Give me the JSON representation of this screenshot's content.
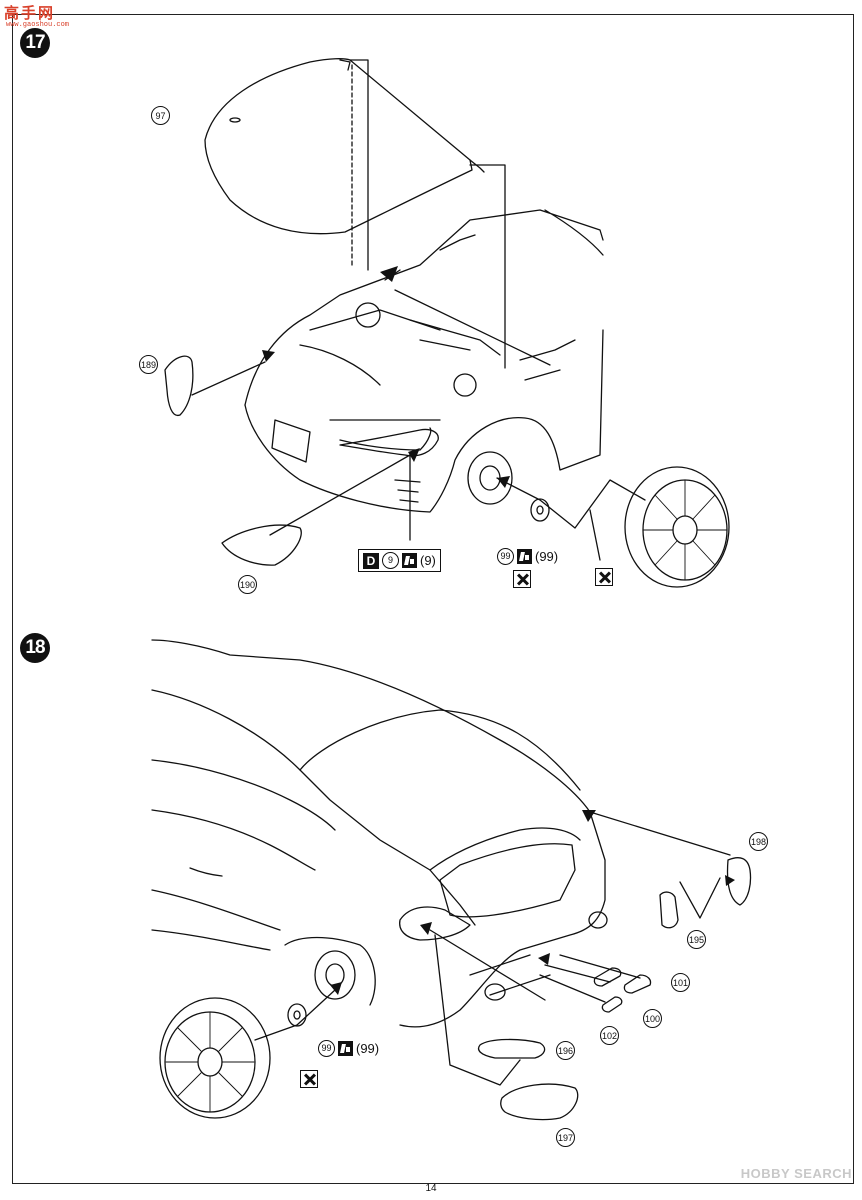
{
  "watermark_top": "高手网",
  "watermark_top_sub": "www.gaoshou.com",
  "watermark_bottom": "HOBBY SEARCH",
  "page_number": "14",
  "steps": [
    {
      "number": "17",
      "parts": [
        "97",
        "189",
        "190"
      ],
      "callout_main": {
        "paint_a": "D",
        "paint_a_num": "9",
        "paint_b_num": "(9)"
      },
      "callout_wheel": {
        "part": "99",
        "paint_num": "(99)"
      }
    },
    {
      "number": "18",
      "parts": [
        "198",
        "195",
        "101",
        "100",
        "102",
        "196",
        "197"
      ],
      "callout_wheel": {
        "part": "99",
        "paint_num": "(99)"
      }
    }
  ]
}
